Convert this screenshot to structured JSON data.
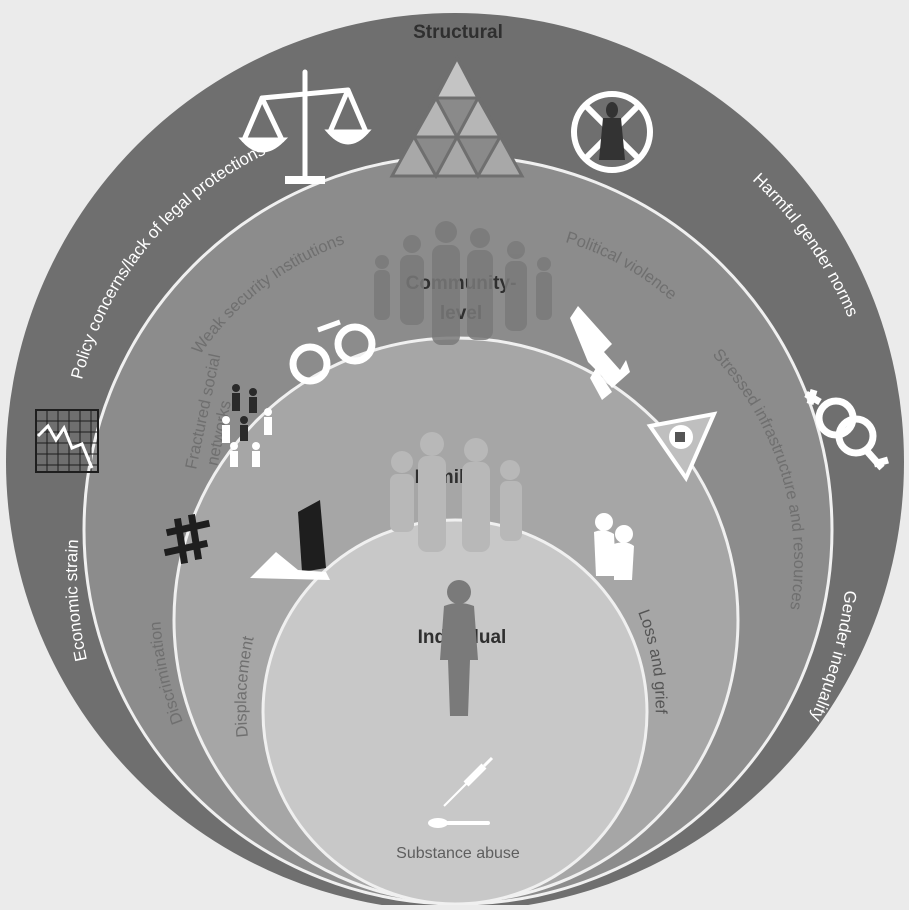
{
  "levels": {
    "structural": "Structural",
    "community_line1": "Community-",
    "community_line2": "level",
    "familial": "Familial",
    "individual": "Individual"
  },
  "structural_factors": {
    "policy": "Policy concerns/lack of legal protections",
    "harmful_norms": "Harmful gender norms",
    "economic": "Economic strain",
    "inequality": "Gender inequality"
  },
  "community_factors": {
    "weak_security": "Weak security institutions",
    "political_violence": "Political violence",
    "fractured_line1": "Fractured social",
    "fractured_line2": "networks",
    "stressed_infra": "Stressed infrastructure and resources",
    "discrimination": "Discrimination"
  },
  "familial_factors": {
    "displacement": "Displacement",
    "loss": "Loss and grief"
  },
  "individual_factors": {
    "substance": "Substance abuse"
  },
  "icons": [
    "scales-icon",
    "pyramid-icon",
    "no-woman-icon",
    "crowd-icon",
    "handcuffs-icon",
    "gun-icon",
    "people-network-icon",
    "infrastructure-warning-icon",
    "gender-symbols-icon",
    "declining-chart-icon",
    "broken-link-icon",
    "destroyed-building-icon",
    "family-icon",
    "consoling-couple-icon",
    "person-icon",
    "syringe-icon",
    "spoon-icon"
  ],
  "colors": {
    "outer": "#6f6f6f",
    "community": "#8c8c8c",
    "familial": "#a6a6a6",
    "individual": "#c8c8c8",
    "border": "#f0f0f0"
  }
}
